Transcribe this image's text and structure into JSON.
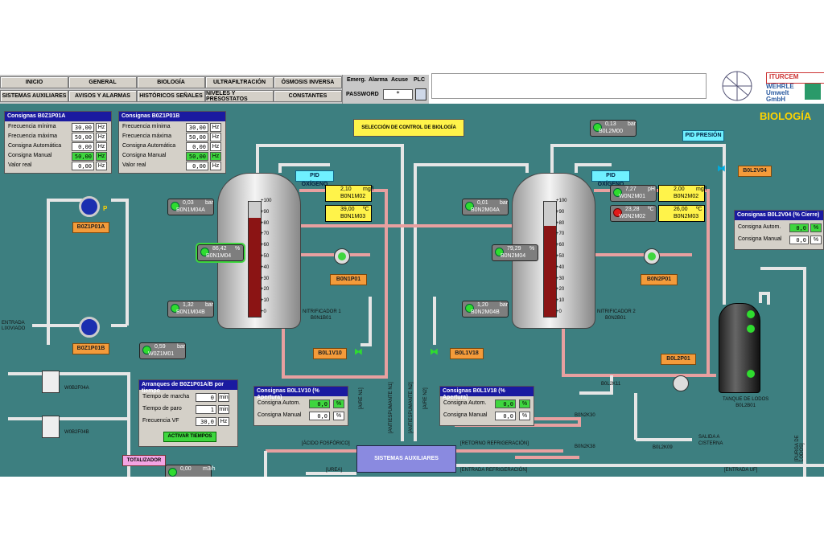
{
  "menu": {
    "row1": [
      "INICIO",
      "GENERAL",
      "BIOLOGÍA",
      "ULTRAFILTRACIÓN",
      "ÓSMOSIS INVERSA"
    ],
    "row2": [
      "SISTEMAS AUXILIARES",
      "AVISOS Y ALARMAS",
      "HISTÓRICOS SEÑALES",
      "NIVELES Y PRESOSTATOS",
      "CONSTANTES"
    ]
  },
  "alarm_bar": {
    "emerg": "Emerg.",
    "alarma": "Alarma",
    "acuse": "Acuse",
    "plc": "PLC",
    "password_label": "PASSWORD",
    "password_value": "*"
  },
  "logo": {
    "brand1": "ITURCEM",
    "brand2": "WEHRLE",
    "brand3": "Umwelt",
    "brand4": "GmbH"
  },
  "page_title": "BIOLOGÍA",
  "selection_button": "SELECCIÓN DE CONTROL DE BIOLOGÍA",
  "consignas_a": {
    "title": "Consignas B0Z1P01A",
    "rows": [
      {
        "label": "Frecuencia mínima",
        "value": "30,00",
        "unit": "Hz"
      },
      {
        "label": "Frecuencia máxima",
        "value": "50,00",
        "unit": "Hz"
      },
      {
        "label": "Consigna Automática",
        "value": "0,00",
        "unit": "Hz"
      },
      {
        "label": "Consigna Manual",
        "value": "50,00",
        "unit": "Hz"
      },
      {
        "label": "Valor real",
        "value": "0,00",
        "unit": "Hz"
      }
    ]
  },
  "consignas_b": {
    "title": "Consignas B0Z1P01B",
    "rows": [
      {
        "label": "Frecuencia mínima",
        "value": "30,00",
        "unit": "Hz"
      },
      {
        "label": "Frecuencia máxima",
        "value": "50,00",
        "unit": "Hz"
      },
      {
        "label": "Consigna Automática",
        "value": "0,00",
        "unit": "Hz"
      },
      {
        "label": "Consigna Manual",
        "value": "50,00",
        "unit": "Hz"
      },
      {
        "label": "Valor real",
        "value": "0,00",
        "unit": "Hz"
      }
    ]
  },
  "pumps_left": {
    "p_label": "P",
    "pump_a": "B0Z1P01A",
    "pump_b": "B0Z1P01B",
    "inlet": "ENTRADA LIXIVIADO"
  },
  "filters": {
    "f_a": "W0B2F04A",
    "f_b": "W0B2F04B"
  },
  "inst_w0z1m01": {
    "value": "0,59",
    "unit": "bar",
    "tag": "W0Z1M01"
  },
  "arranques": {
    "title": "Arranques de B0Z1P01A/B por tiempo",
    "rows": [
      {
        "label": "Tiempo de marcha",
        "value": "0",
        "unit": "min"
      },
      {
        "label": "Tiempo de paro",
        "value": "1",
        "unit": "min"
      },
      {
        "label": "Frecuencia VF",
        "value": "30,0",
        "unit": "Hz"
      }
    ],
    "button": "ACTIVAR TIEMPOS"
  },
  "totalizador": "TOTALIZADOR",
  "totalizador_value": {
    "value": "0,00",
    "unit": "m3/h"
  },
  "tank1": {
    "pid": "PID OXÍGENO",
    "inst_top": {
      "value": "0,03",
      "unit": "bar",
      "tag": "B0N1M04A"
    },
    "inst_level": {
      "value": "86,42",
      "unit": "%",
      "tag": "B0N1M04"
    },
    "inst_bottom": {
      "value": "1,32",
      "unit": "bar",
      "tag": "B0N1M04B"
    },
    "o2": {
      "value": "2,10",
      "unit": "mg/l",
      "tag": "B0N1M02"
    },
    "temp": {
      "value": "39,00",
      "unit": "ºC",
      "tag": "B0N1M03"
    },
    "pump": "B0N1P01",
    "valve": "B0L1V10",
    "name": "NITRIFICADOR 1",
    "code": "B0N1B01",
    "level_fraction": 0.86
  },
  "tank2": {
    "pid": "PID OXÍGENO",
    "inst_top": {
      "value": "0,01",
      "unit": "bar",
      "tag": "B0N2M04A"
    },
    "inst_level": {
      "value": "79,29",
      "unit": "%",
      "tag": "B0N2M04"
    },
    "inst_bottom": {
      "value": "1,20",
      "unit": "bar",
      "tag": "B0N2M04B"
    },
    "ph": {
      "value": "7,27",
      "unit": "pH",
      "tag": "W0N2M01"
    },
    "redox": {
      "value": "23,28",
      "unit": "ºC",
      "tag": "W0N2M02"
    },
    "o2": {
      "value": "2,00",
      "unit": "mg/l",
      "tag": "B0N2M02"
    },
    "temp": {
      "value": "26,00",
      "unit": "ºC",
      "tag": "B0N2M03"
    },
    "pump": "B0N2P01",
    "valve": "B0L1V18",
    "name": "NITRIFICADOR 2",
    "code": "B0N2B01",
    "level_fraction": 0.79
  },
  "scale": [
    "100",
    "90",
    "80",
    "70",
    "60",
    "50",
    "40",
    "30",
    "20",
    "10",
    "0"
  ],
  "top_inst": {
    "value": "0,13",
    "unit": "bar",
    "tag": "B0L2M00"
  },
  "pid_presion": "PID PRESIÓN",
  "valve_b0l2v04": "B0L2V04",
  "consignas_v04": {
    "title": "Consignas B0L2V04 (% Cierre)",
    "rows": [
      {
        "label": "Consigna Autom.",
        "value": "0,0",
        "unit": "%"
      },
      {
        "label": "Consigna Manual",
        "value": "0,0",
        "unit": "%"
      }
    ]
  },
  "consignas_v10": {
    "title": "Consignas B0L1V10 (% Apertura)",
    "rows": [
      {
        "label": "Consigna Autom.",
        "value": "0,0",
        "unit": "%"
      },
      {
        "label": "Consigna Manual",
        "value": "0,0",
        "unit": "%"
      }
    ]
  },
  "consignas_v18": {
    "title": "Consignas B0L1V18 (% Apertura)",
    "rows": [
      {
        "label": "Consigna Autom.",
        "value": "0,0",
        "unit": "%"
      },
      {
        "label": "Consigna Manual",
        "value": "0,0",
        "unit": "%"
      }
    ]
  },
  "pump_b0l2p01": "B0L2P01",
  "sludge_tank": {
    "name": "TANQUE DE LODOS",
    "code": "B0L2B01"
  },
  "valves_misc": {
    "k11": "B0L2K11",
    "k30": "B0N2K30",
    "k38": "B0N2K38",
    "k09": "B0L2K09"
  },
  "salida": "SALIDA A CISTERNA",
  "aux": "SISTEMAS AUXILIARES",
  "pipe_labels": {
    "acido": "[ÁCIDO FOSFÓRICO]",
    "aire1": "[AIRE N1]",
    "antiesp1": "[ANTIESPUMANTE N1]",
    "antiesp2": "[ANTIESPUMANTE N2]",
    "aire2": "[AIRE N2]",
    "retorno": "[RETORNO REFRIGERACIÓN]",
    "entrada_ref": "[ENTRADA REFRIGERACIÓN]",
    "urea": "[UREA]",
    "entrada_uf": "[ENTRADA UF]",
    "purga": "[PURGA DE LODOS]"
  },
  "colors": {
    "background": "#3d7f80",
    "pipe_white": "#e6e6e6",
    "pipe_pink": "#e8a0a0",
    "tag_orange": "#f49b3a",
    "title_blue": "#1a1aa0",
    "level_red": "#8b1414"
  }
}
